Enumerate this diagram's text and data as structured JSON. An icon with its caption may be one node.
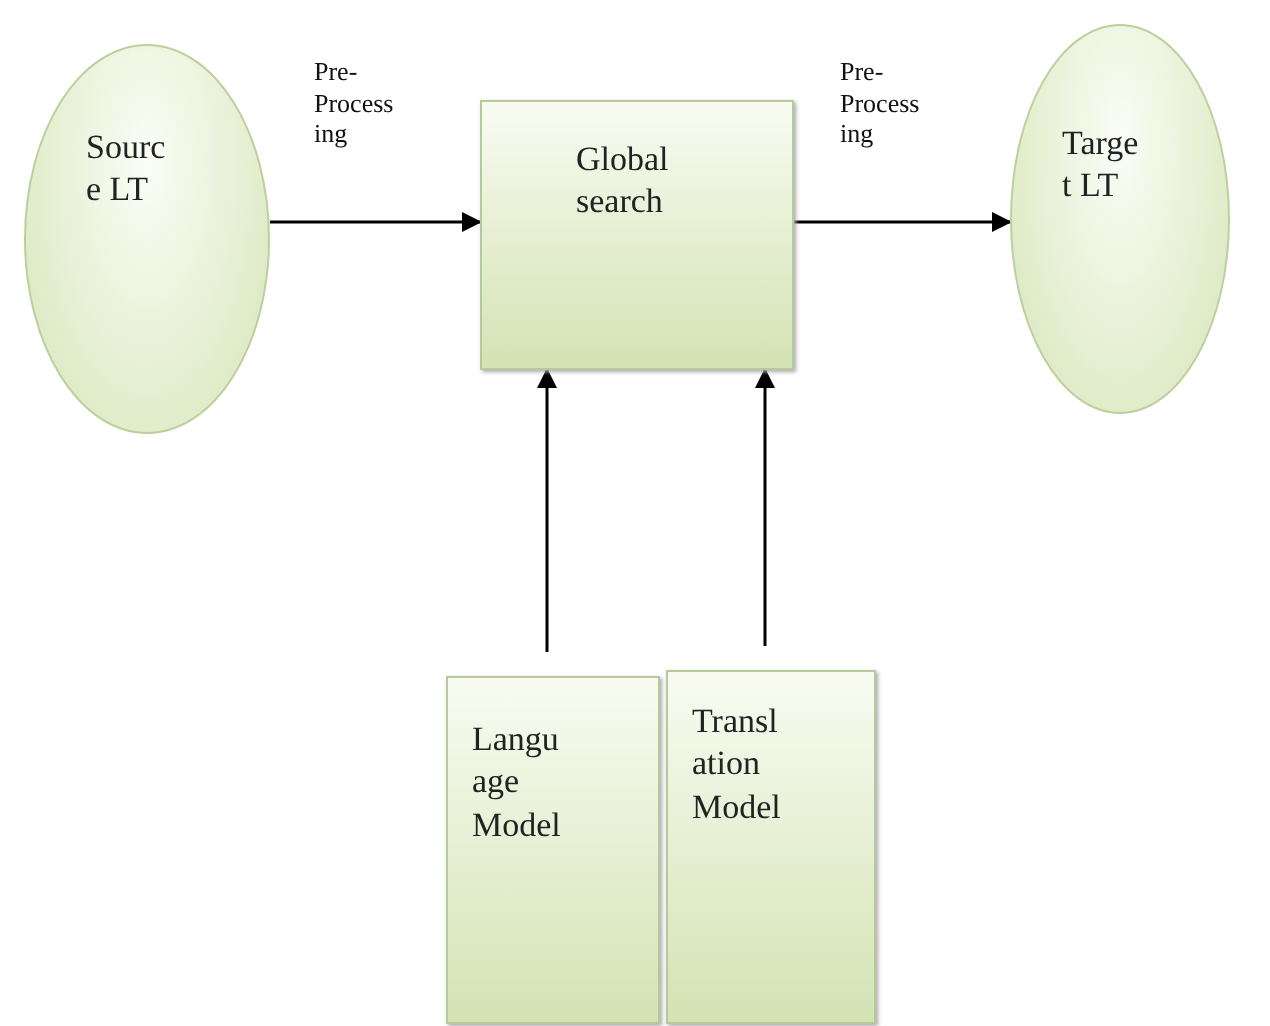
{
  "diagram": {
    "nodes": [
      {
        "text": [
          "Sourc e LT"
        ]
      },
      {
        "text": [
          "Global search"
        ]
      },
      {
        "text": [
          "Targe t LT"
        ]
      },
      {
        "text": [
          "Langu age Model"
        ]
      },
      {
        "text": [
          "Transl ation Model"
        ]
      }
    ],
    "edges": [
      {
        "from": 0,
        "to": 1,
        "arrow": "to",
        "label": "Pre- Process ing"
      },
      {
        "from": 1,
        "to": 2,
        "arrow": "to",
        "label": "Pre- Process ing"
      },
      {
        "from": 3,
        "to": 1,
        "arrow": "to"
      },
      {
        "from": 4,
        "to": 1,
        "arrow": "to"
      }
    ]
  }
}
